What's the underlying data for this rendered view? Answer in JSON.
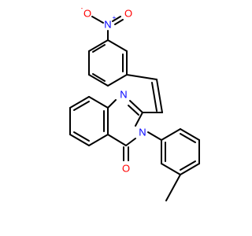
{
  "molecule": {
    "atoms": {
      "nitro_n": {
        "symbol": "N",
        "charge": "+",
        "color": "#0000ff"
      },
      "nitro_o_minus": {
        "symbol": "O",
        "charge": "-",
        "color": "#ff0000"
      },
      "nitro_o": {
        "symbol": "O",
        "color": "#ff0000"
      },
      "ring_n1": {
        "symbol": "N",
        "color": "#0000ff"
      },
      "ring_n3": {
        "symbol": "N",
        "color": "#0000ff"
      },
      "carbonyl_o": {
        "symbol": "O",
        "color": "#ff0000"
      }
    },
    "bond_color": "#000000"
  }
}
